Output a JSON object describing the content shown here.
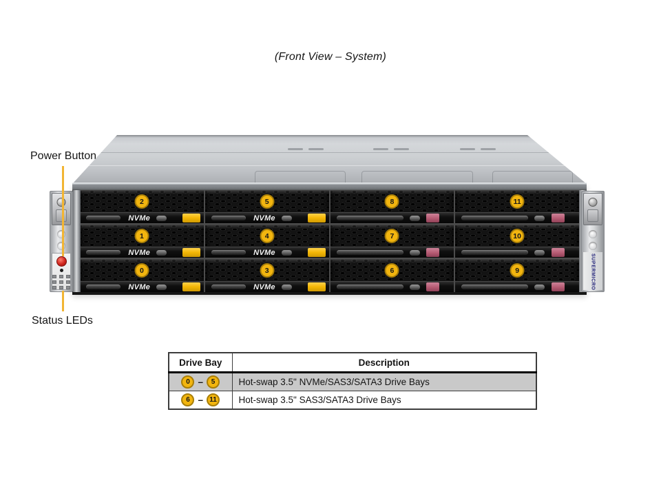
{
  "title": "(Front View – System)",
  "annotations": {
    "power_button": "Power Button",
    "status_leds": "Status LEDs"
  },
  "server": {
    "brand": "SUPERMICRO",
    "nvme_label": "NVMe",
    "bays": [
      {
        "number": "2",
        "kind": "nvme"
      },
      {
        "number": "5",
        "kind": "nvme"
      },
      {
        "number": "8",
        "kind": "sas"
      },
      {
        "number": "11",
        "kind": "sas"
      },
      {
        "number": "1",
        "kind": "nvme"
      },
      {
        "number": "4",
        "kind": "nvme"
      },
      {
        "number": "7",
        "kind": "sas"
      },
      {
        "number": "10",
        "kind": "sas"
      },
      {
        "number": "0",
        "kind": "nvme"
      },
      {
        "number": "3",
        "kind": "nvme"
      },
      {
        "number": "6",
        "kind": "sas"
      },
      {
        "number": "9",
        "kind": "sas"
      }
    ]
  },
  "table": {
    "headers": [
      "Drive Bay",
      "Description"
    ],
    "dash": "–",
    "rows": [
      {
        "from": "0",
        "to": "5",
        "description": "Hot-swap 3.5\" NVMe/SAS3/SATA3 Drive Bays"
      },
      {
        "from": "6",
        "to": "11",
        "description": "Hot-swap 3.5\" SAS3/SATA3 Drive Bays"
      }
    ]
  },
  "colors": {
    "badge": "#f2b50f",
    "badge-border": "#a87e08",
    "leader": "#f2b533",
    "nvme-tab": "#f3b605",
    "sas-tab": "#b55a72",
    "row-highlight": "#c9c9c9",
    "power-button": "#cf241c",
    "brand-text": "#23237a",
    "brand-dot": "#d42020"
  }
}
